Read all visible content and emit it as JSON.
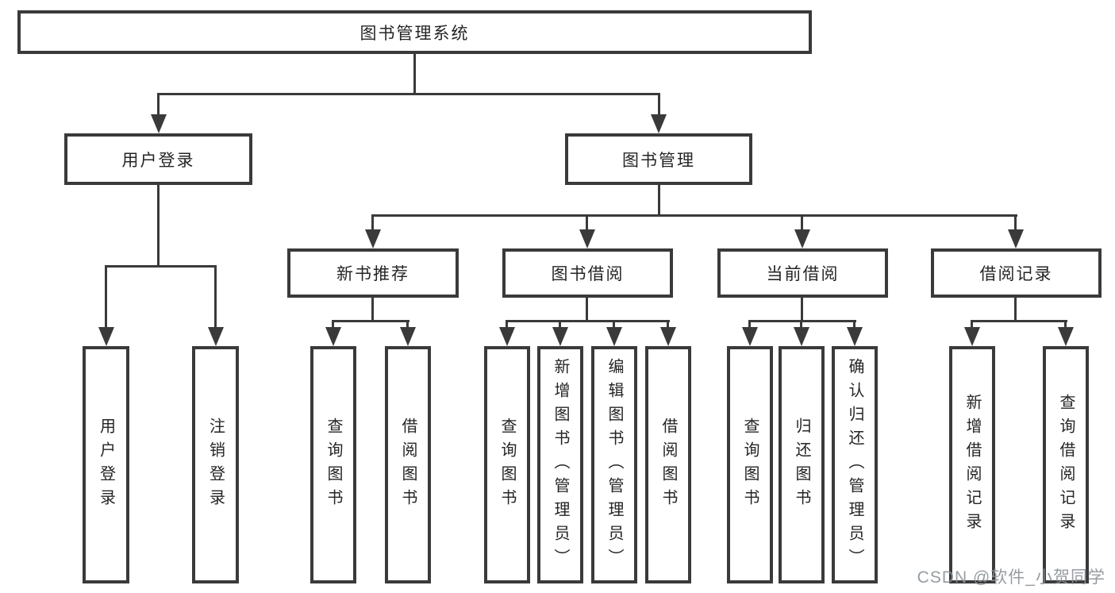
{
  "colors": {
    "line": "#3a3a3a",
    "box_border": "#3a3a3a",
    "box_background": "#ffffff",
    "text": "#252525",
    "watermark": "#8a9197",
    "page_background": "#ffffff"
  },
  "diagram": {
    "type": "hierarchy-tree",
    "root": {
      "label": "图书管理系统"
    },
    "branches": [
      {
        "label": "用户登录",
        "leaves": [
          {
            "label": "用户登录"
          },
          {
            "label": "注销登录"
          }
        ]
      },
      {
        "label": "图书管理",
        "children": [
          {
            "label": "新书推荐",
            "leaves": [
              {
                "label": "查询图书"
              },
              {
                "label": "借阅图书"
              }
            ]
          },
          {
            "label": "图书借阅",
            "leaves": [
              {
                "label": "查询图书"
              },
              {
                "label": "新增图书（管理员）"
              },
              {
                "label": "编辑图书（管理员）"
              },
              {
                "label": "借阅图书"
              }
            ]
          },
          {
            "label": "当前借阅",
            "leaves": [
              {
                "label": "查询图书"
              },
              {
                "label": "归还图书"
              },
              {
                "label": "确认归还（管理员）"
              }
            ]
          },
          {
            "label": "借阅记录",
            "leaves": [
              {
                "label": "新增借阅记录"
              },
              {
                "label": "查询借阅记录"
              }
            ]
          }
        ]
      }
    ]
  },
  "watermark": {
    "text": "CSDN @软件_小贺同学"
  }
}
